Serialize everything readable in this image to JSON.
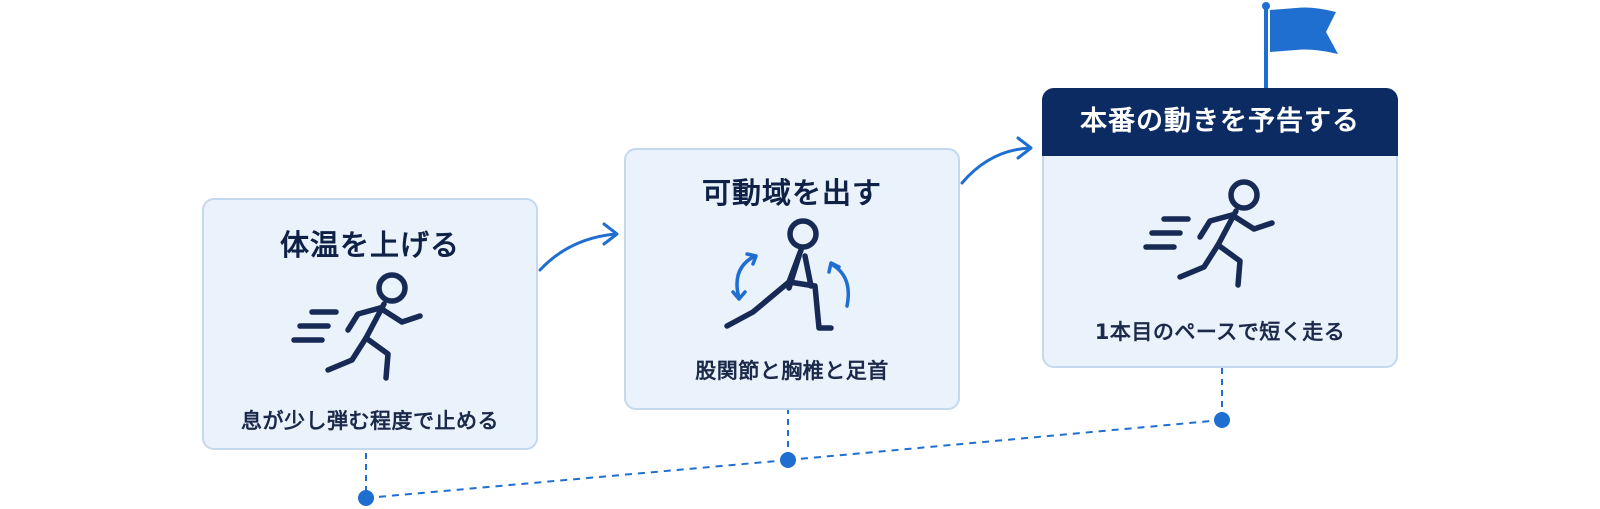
{
  "steps": [
    {
      "title": "体温を上げる",
      "caption": "息が少し弾む程度で止める",
      "icon": "running-person-icon"
    },
    {
      "title": "可動域を出す",
      "caption": "股関節と胸椎と足首",
      "icon": "lunge-stretch-icon"
    },
    {
      "title": "本番の動きを予告する",
      "caption": "1本目のペースで短く走る",
      "icon": "running-person-icon"
    }
  ],
  "colors": {
    "card_bg": "#eaf2fb",
    "card_border": "#c4d8ee",
    "navy": "#0d2b63",
    "accent_blue": "#1f6fd1",
    "icon_stroke": "#172a55"
  }
}
